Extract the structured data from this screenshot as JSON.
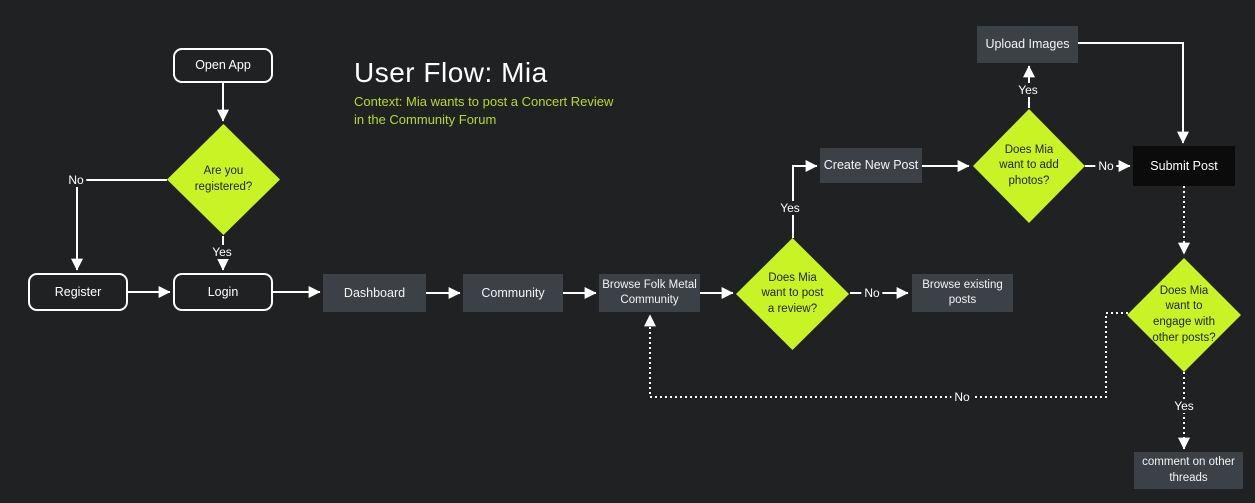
{
  "title": "User Flow: Mia",
  "subtitle": [
    "Context: Mia wants to post a Concert Review",
    "in the Community Forum"
  ],
  "colors": {
    "background": "#202123",
    "diamond": "#c8f425",
    "diamond_text": "#222512",
    "subtitle": "#b5db24",
    "node_gray": "#3c4047",
    "node_black": "#0b0b0b",
    "line": "#ffffff"
  },
  "nodes": {
    "open_app": {
      "lines": [
        "Open App"
      ]
    },
    "register": {
      "lines": [
        "Register"
      ]
    },
    "login": {
      "lines": [
        "Login"
      ]
    },
    "dashboard": {
      "lines": [
        "Dashboard"
      ]
    },
    "community": {
      "lines": [
        "Community"
      ]
    },
    "browse_folk": {
      "lines": [
        "Browse Folk Metal",
        "Community"
      ]
    },
    "create_post": {
      "lines": [
        "Create New Post"
      ]
    },
    "browse_existing": {
      "lines": [
        "Browse existing",
        "posts"
      ]
    },
    "upload_images": {
      "lines": [
        "Upload Images"
      ]
    },
    "submit_post": {
      "lines": [
        "Submit Post"
      ]
    },
    "comment_threads": {
      "lines": [
        "comment on other",
        "threads"
      ]
    }
  },
  "decisions": {
    "registered": {
      "lines": [
        "Are you",
        "registered?"
      ]
    },
    "post_review": {
      "lines": [
        "Does Mia",
        "want to post",
        "a review?"
      ]
    },
    "add_photos": {
      "lines": [
        "Does Mia",
        "want to add",
        "photos?"
      ]
    },
    "engage": {
      "lines": [
        "Does Mia",
        "want to",
        "engage with",
        "other posts?"
      ]
    }
  },
  "edge_labels": {
    "registered_no": "No",
    "registered_yes": "Yes",
    "review_yes": "Yes",
    "review_no": "No",
    "photos_yes": "Yes",
    "photos_no": "No",
    "engage_no": "No",
    "engage_yes": "Yes"
  }
}
